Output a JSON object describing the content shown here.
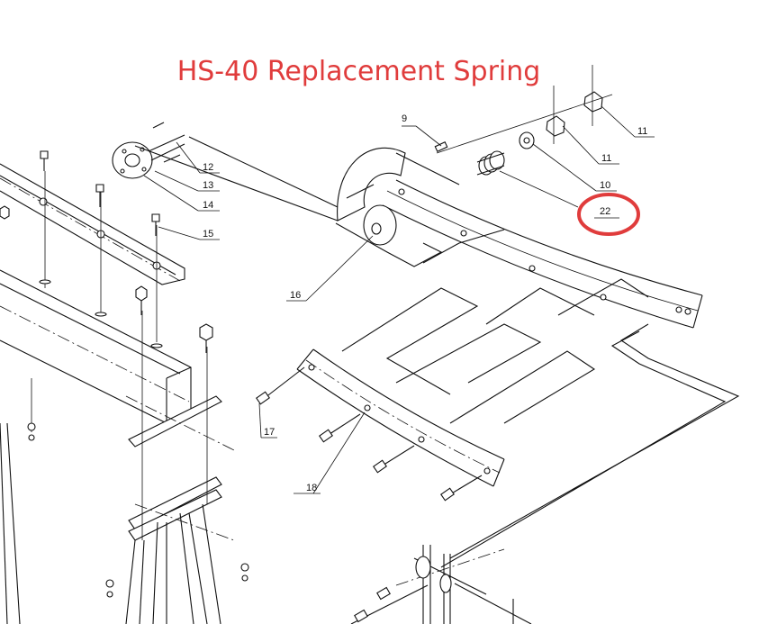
{
  "title": "HS-40 Replacement Spring",
  "highlight_color": "#e03c3c",
  "callouts": [
    "9",
    "11",
    "11",
    "10",
    "22",
    "12",
    "13",
    "14",
    "15",
    "16",
    "17",
    "18"
  ],
  "highlighted_part": "22"
}
